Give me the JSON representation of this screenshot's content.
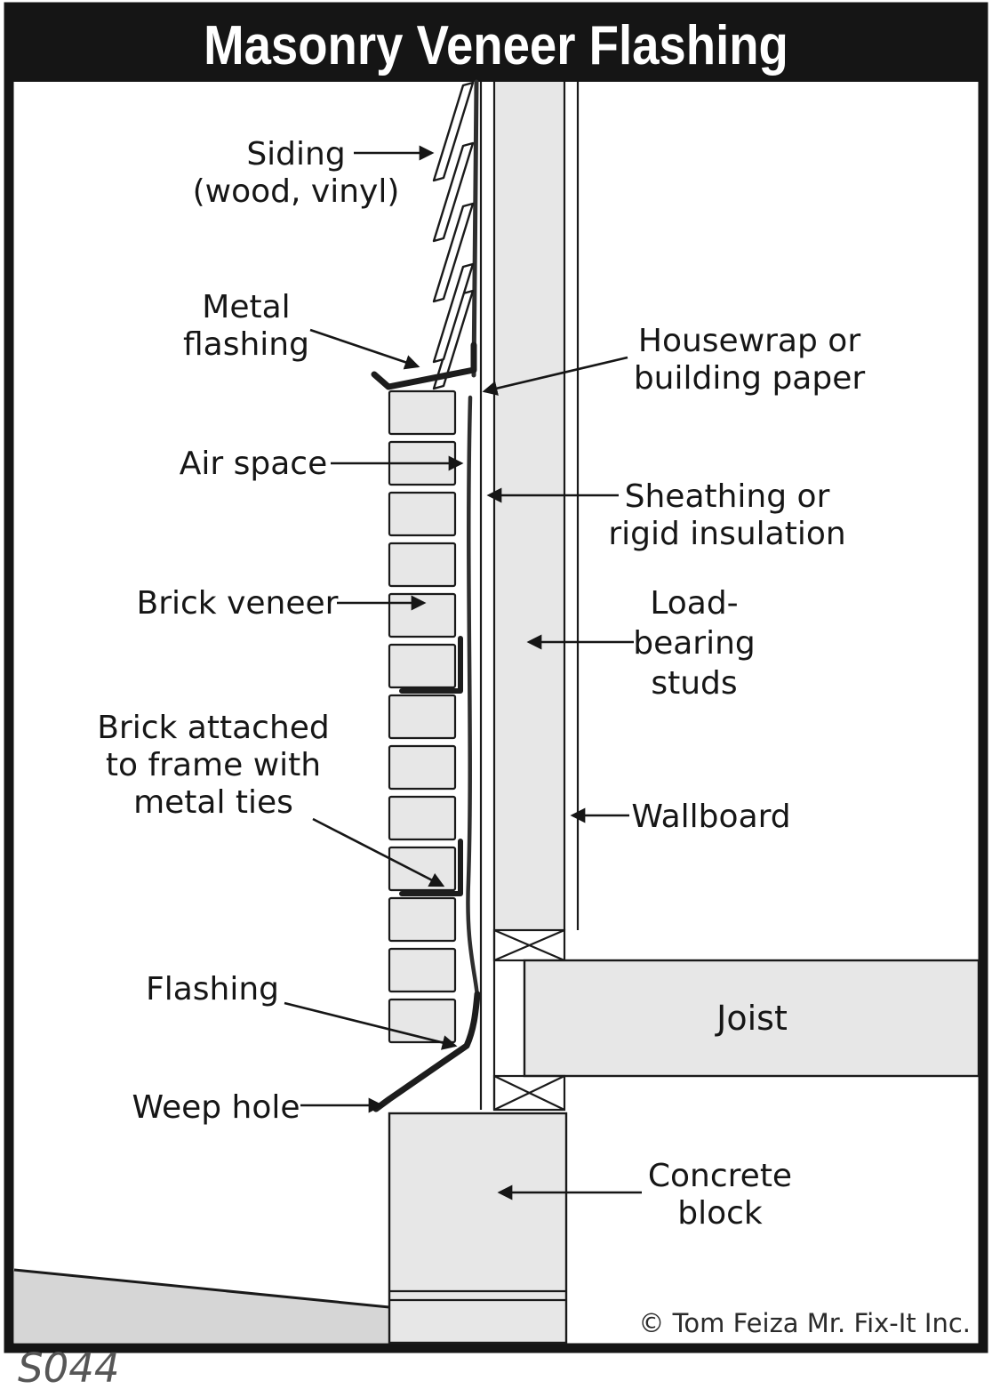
{
  "title": "Masonry Veneer Flashing",
  "footer": {
    "code": "S044",
    "copyright": "© Tom Feiza Mr. Fix-It Inc."
  },
  "palette": {
    "ink": "#151515",
    "paper": "#ffffff",
    "material_gray": "#e7e7e7",
    "ground_gray": "#d6d6d6"
  },
  "labels": {
    "siding": [
      "Siding",
      "(wood, vinyl)"
    ],
    "metal_flashing": [
      "Metal",
      "flashing"
    ],
    "housewrap": [
      "Housewrap or",
      "building paper"
    ],
    "air_space": [
      "Air space"
    ],
    "sheathing": [
      "Sheathing or",
      "rigid insulation"
    ],
    "brick_veneer": [
      "Brick veneer"
    ],
    "load_bearing_studs": [
      "Load-",
      "bearing",
      "studs"
    ],
    "brick_ties": [
      "Brick attached",
      "to frame with",
      "metal ties"
    ],
    "wallboard": [
      "Wallboard"
    ],
    "flashing": [
      "Flashing"
    ],
    "joist": [
      "Joist"
    ],
    "weep_hole": [
      "Weep hole"
    ],
    "concrete_block": [
      "Concrete",
      "block"
    ]
  }
}
